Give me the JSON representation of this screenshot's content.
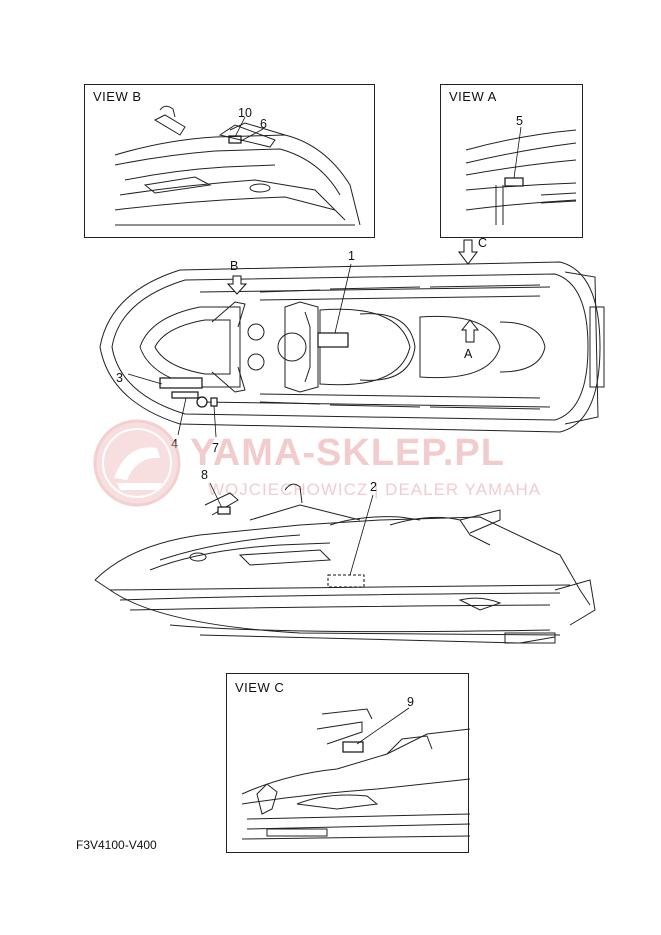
{
  "views": {
    "b": {
      "title": "VIEW B"
    },
    "a": {
      "title": "VIEW A"
    },
    "c": {
      "title": "VIEW C"
    }
  },
  "callouts": [
    "1",
    "2",
    "3",
    "4",
    "5",
    "6",
    "7",
    "8",
    "9",
    "10"
  ],
  "arrows": {
    "b": "B",
    "a": "A",
    "c": "C"
  },
  "watermark": {
    "main": "YAMA-SKLEP.PL",
    "sub": "WOJCIECHOWICZ | DEALER YAMAHA",
    "color": "#e8a3a3"
  },
  "diagram_code": "F3V4100-V400"
}
